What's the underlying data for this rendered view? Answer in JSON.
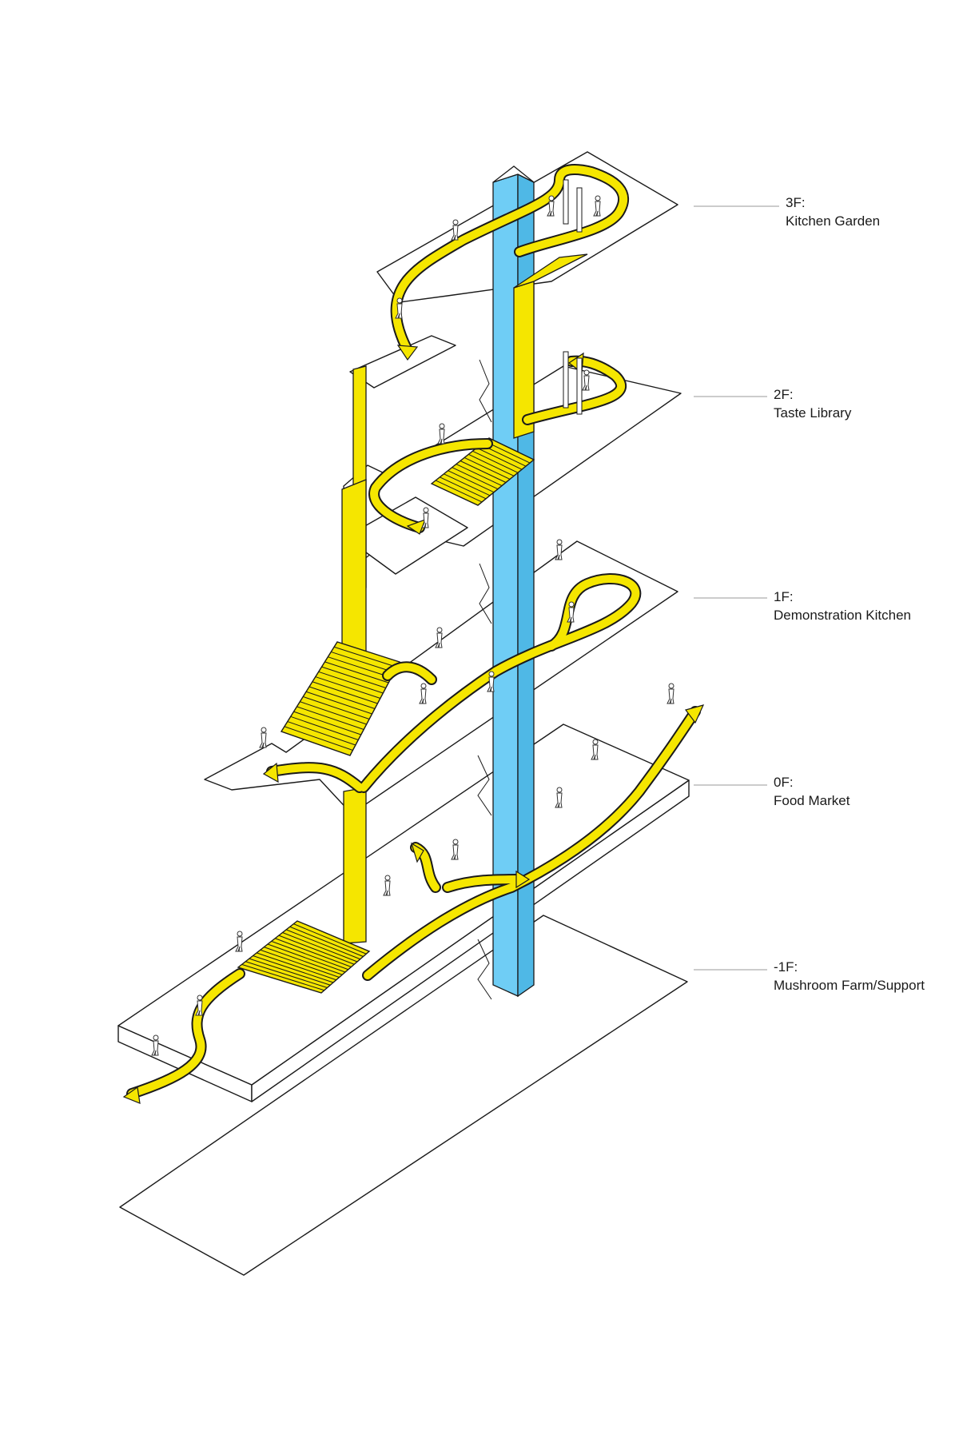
{
  "colors": {
    "circulation": "#f5e600",
    "core": "#6fcdf5",
    "outline": "#1a1a1a",
    "leader": "#9a9a9a"
  },
  "floors": [
    {
      "code": "3F:",
      "name": "Kitchen Garden"
    },
    {
      "code": "2F:",
      "name": "Taste Library"
    },
    {
      "code": "1F:",
      "name": "Demonstration Kitchen"
    },
    {
      "code": "0F:",
      "name": "Food Market"
    },
    {
      "code": "-1F:",
      "name": "Mushroom Farm/Support"
    }
  ]
}
